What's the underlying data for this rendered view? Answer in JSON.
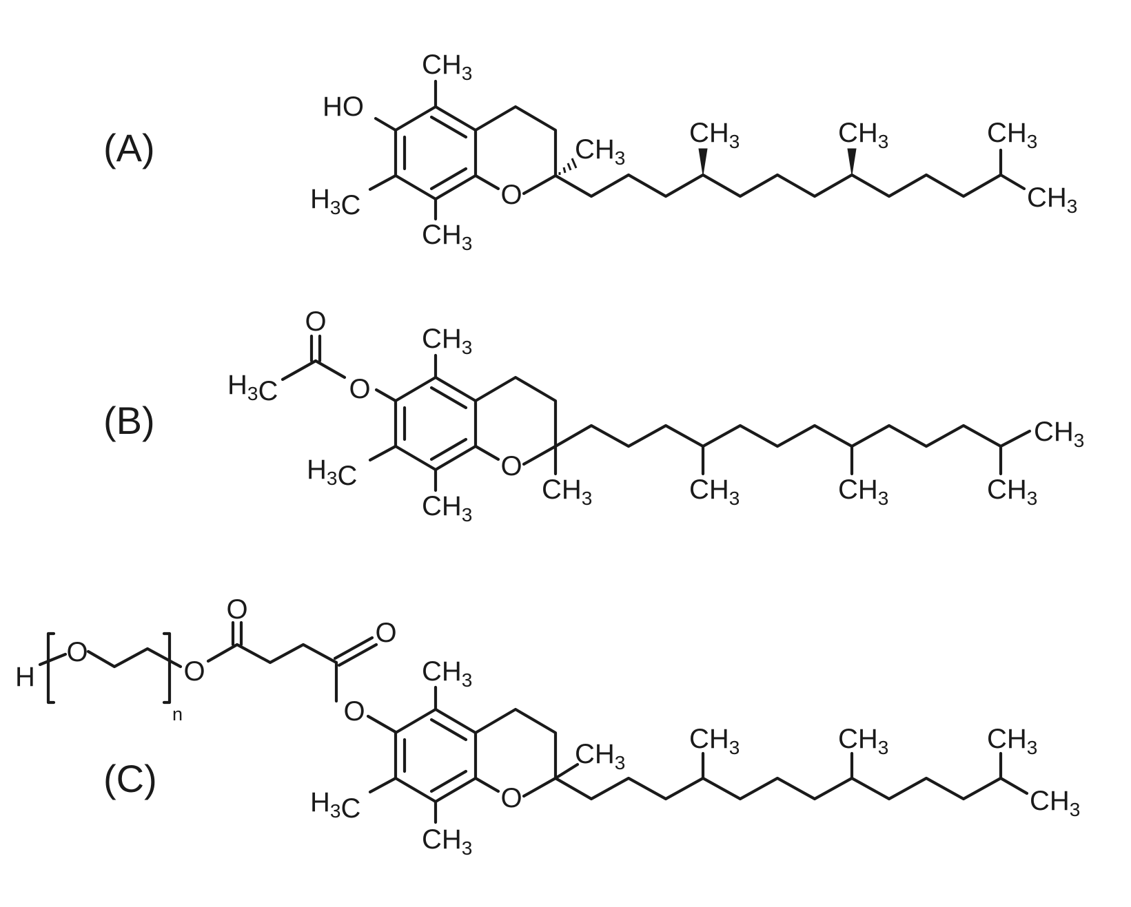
{
  "panels": {
    "a": {
      "label": "(A)",
      "atoms": {
        "ho": "HO",
        "o_ring": "O",
        "c5_methyl": "CH3",
        "c7_methyl": "H3C",
        "c8_methyl": "CH3",
        "c2_methyl": "CH3",
        "chain_methyl_1": "CH3",
        "chain_methyl_2": "CH3",
        "terminal_methyl_1": "CH3",
        "terminal_methyl_2": "CH3"
      }
    },
    "b": {
      "label": "(B)",
      "atoms": {
        "carbonyl_o": "O",
        "acetyl_methyl": "H3C",
        "ester_o": "O",
        "o_ring": "O",
        "c5_methyl": "CH3",
        "c7_methyl": "H3C",
        "c8_methyl": "CH3",
        "c2_methyl": "CH3",
        "chain_methyl_1": "CH3",
        "chain_methyl_2": "CH3",
        "terminal_methyl_1": "CH3",
        "terminal_methyl_2": "CH3"
      }
    },
    "c": {
      "label": "(C)",
      "atoms": {
        "h_end": "H",
        "peg_o": "O",
        "repeat_n": "n",
        "link_o": "O",
        "carbonyl_o_1": "O",
        "carbonyl_o_2": "O",
        "ester_o": "O",
        "o_ring": "O",
        "c5_methyl": "CH3",
        "c7_methyl": "H3C",
        "c8_methyl": "CH3",
        "c2_methyl": "CH3",
        "chain_methyl_1": "CH3",
        "chain_methyl_2": "CH3",
        "terminal_methyl_1": "CH3",
        "terminal_methyl_2": "CH3"
      }
    }
  }
}
